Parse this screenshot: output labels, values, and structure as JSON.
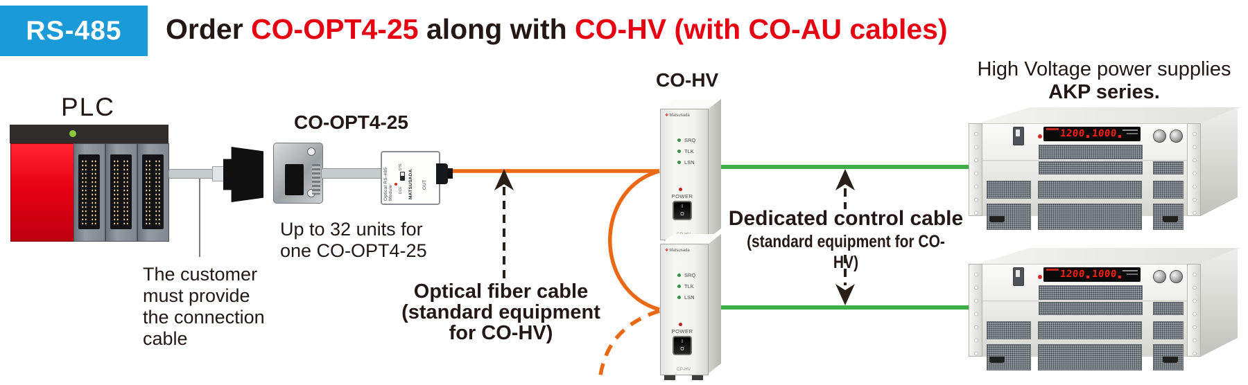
{
  "colors": {
    "accent_blue": "#1a9ad7",
    "title_red": "#e60012",
    "fiber_orange": "#eb6914",
    "cable_green": "#3fae49"
  },
  "header": {
    "badge": "RS-485",
    "order": "Order ",
    "product": "CO-OPT4-25",
    "middle": " along with ",
    "rest": "CO-HV (with CO-AU cables)"
  },
  "plc": {
    "label": "PLC",
    "note_lines": [
      "The customer",
      "must provide",
      "the connection",
      "cable"
    ]
  },
  "co_opt": {
    "label": "CO-OPT4-25",
    "note_lines": [
      "Up to 32 units for",
      "one CO-OPT4-25"
    ],
    "module_side_text": "Optical RS-485 Module",
    "module_brand": "MATSUSADA",
    "module_port": "OUT",
    "switch_label_top": "DTE",
    "switch_label_bottom": "DCE"
  },
  "fiber_label": {
    "lines": [
      "Optical fiber cable",
      "(standard equipment",
      "for CO-HV)"
    ]
  },
  "co_hv": {
    "label": "CO-HV",
    "brand": "Matsusada",
    "brand_icon": "❖",
    "leds": [
      "SRQ",
      "TLK",
      "LSN"
    ],
    "power": "POWER",
    "switch_on": "I",
    "switch_off": "O",
    "unit_label": "CP-HV"
  },
  "control_cable": {
    "line1": "Dedicated control cable",
    "line2": "(standard equipment for CO-HV)"
  },
  "psu": {
    "title": "High Voltage power supplies",
    "series": "AKP series.",
    "display_left": "1200",
    "display_right": "1000"
  }
}
